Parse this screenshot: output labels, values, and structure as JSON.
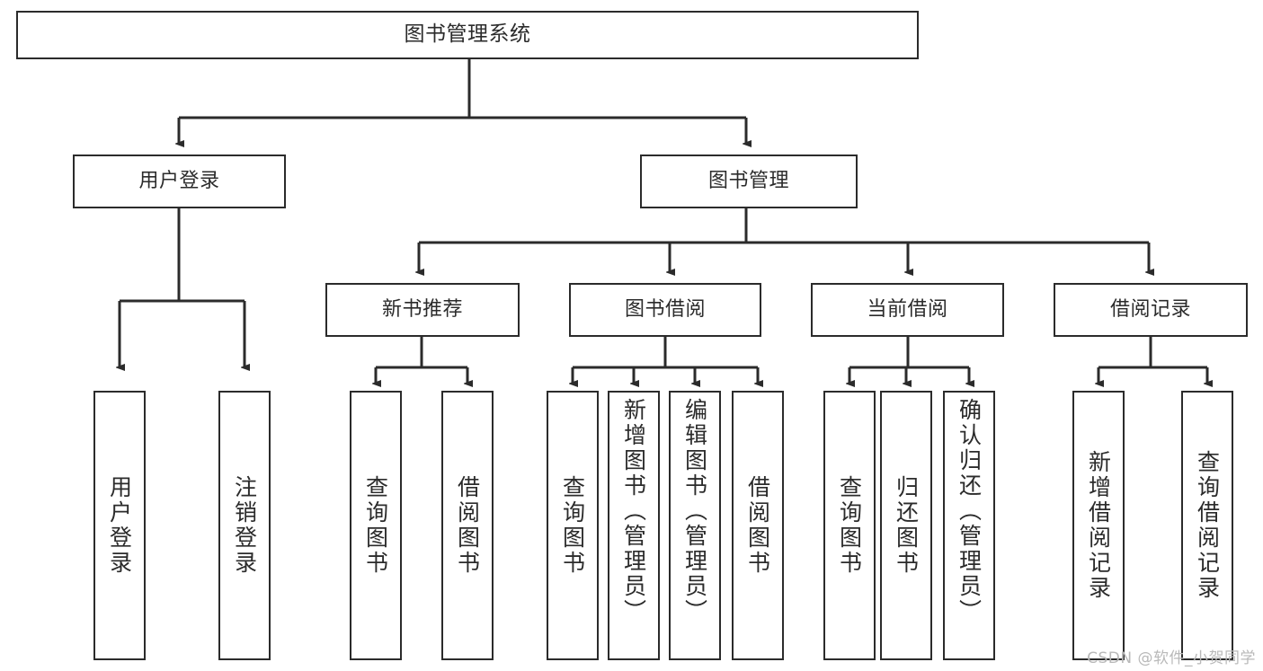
{
  "diagram": {
    "type": "tree",
    "title": "图书管理系统",
    "orientation": "top-down",
    "style": {
      "background": "#ffffff",
      "box_stroke": "#2b2b2b",
      "box_fill": "#ffffff",
      "edge_stroke": "#2b2b2b",
      "text_color": "#2b2b2b"
    },
    "nodes": {
      "root": {
        "label": "图书管理系统"
      },
      "level2": [
        {
          "id": "user-login",
          "label": "用户登录"
        },
        {
          "id": "book-manage",
          "label": "图书管理"
        }
      ],
      "level3": [
        {
          "id": "new-book-rec",
          "label": "新书推荐"
        },
        {
          "id": "book-borrow",
          "label": "图书借阅"
        },
        {
          "id": "current-borrow",
          "label": "当前借阅"
        },
        {
          "id": "borrow-record",
          "label": "借阅记录"
        }
      ],
      "leaves": {
        "user_login": [
          {
            "id": "leaf-user-login",
            "label": "用户登录"
          },
          {
            "id": "leaf-logout",
            "label": "注销登录"
          }
        ],
        "new_book_rec": [
          {
            "id": "leaf-query-book-1",
            "label": "查询图书"
          },
          {
            "id": "leaf-borrow-book-1",
            "label": "借阅图书"
          }
        ],
        "book_borrow": [
          {
            "id": "leaf-query-book-2",
            "label": "查询图书"
          },
          {
            "id": "leaf-add-book",
            "label": "新增图书（管理员）"
          },
          {
            "id": "leaf-edit-book",
            "label": "编辑图书（管理员）"
          },
          {
            "id": "leaf-borrow-book-2",
            "label": "借阅图书"
          }
        ],
        "current_borrow": [
          {
            "id": "leaf-query-book-3",
            "label": "查询图书"
          },
          {
            "id": "leaf-return-book",
            "label": "归还图书"
          },
          {
            "id": "leaf-confirm-return",
            "label": "确认归还（管理员）"
          }
        ],
        "borrow_record": [
          {
            "id": "leaf-add-record",
            "label": "新增借阅记录"
          },
          {
            "id": "leaf-query-record",
            "label": "查询借阅记录"
          }
        ]
      }
    }
  },
  "watermark": {
    "text": "CSDN @软件_小贺同学"
  }
}
